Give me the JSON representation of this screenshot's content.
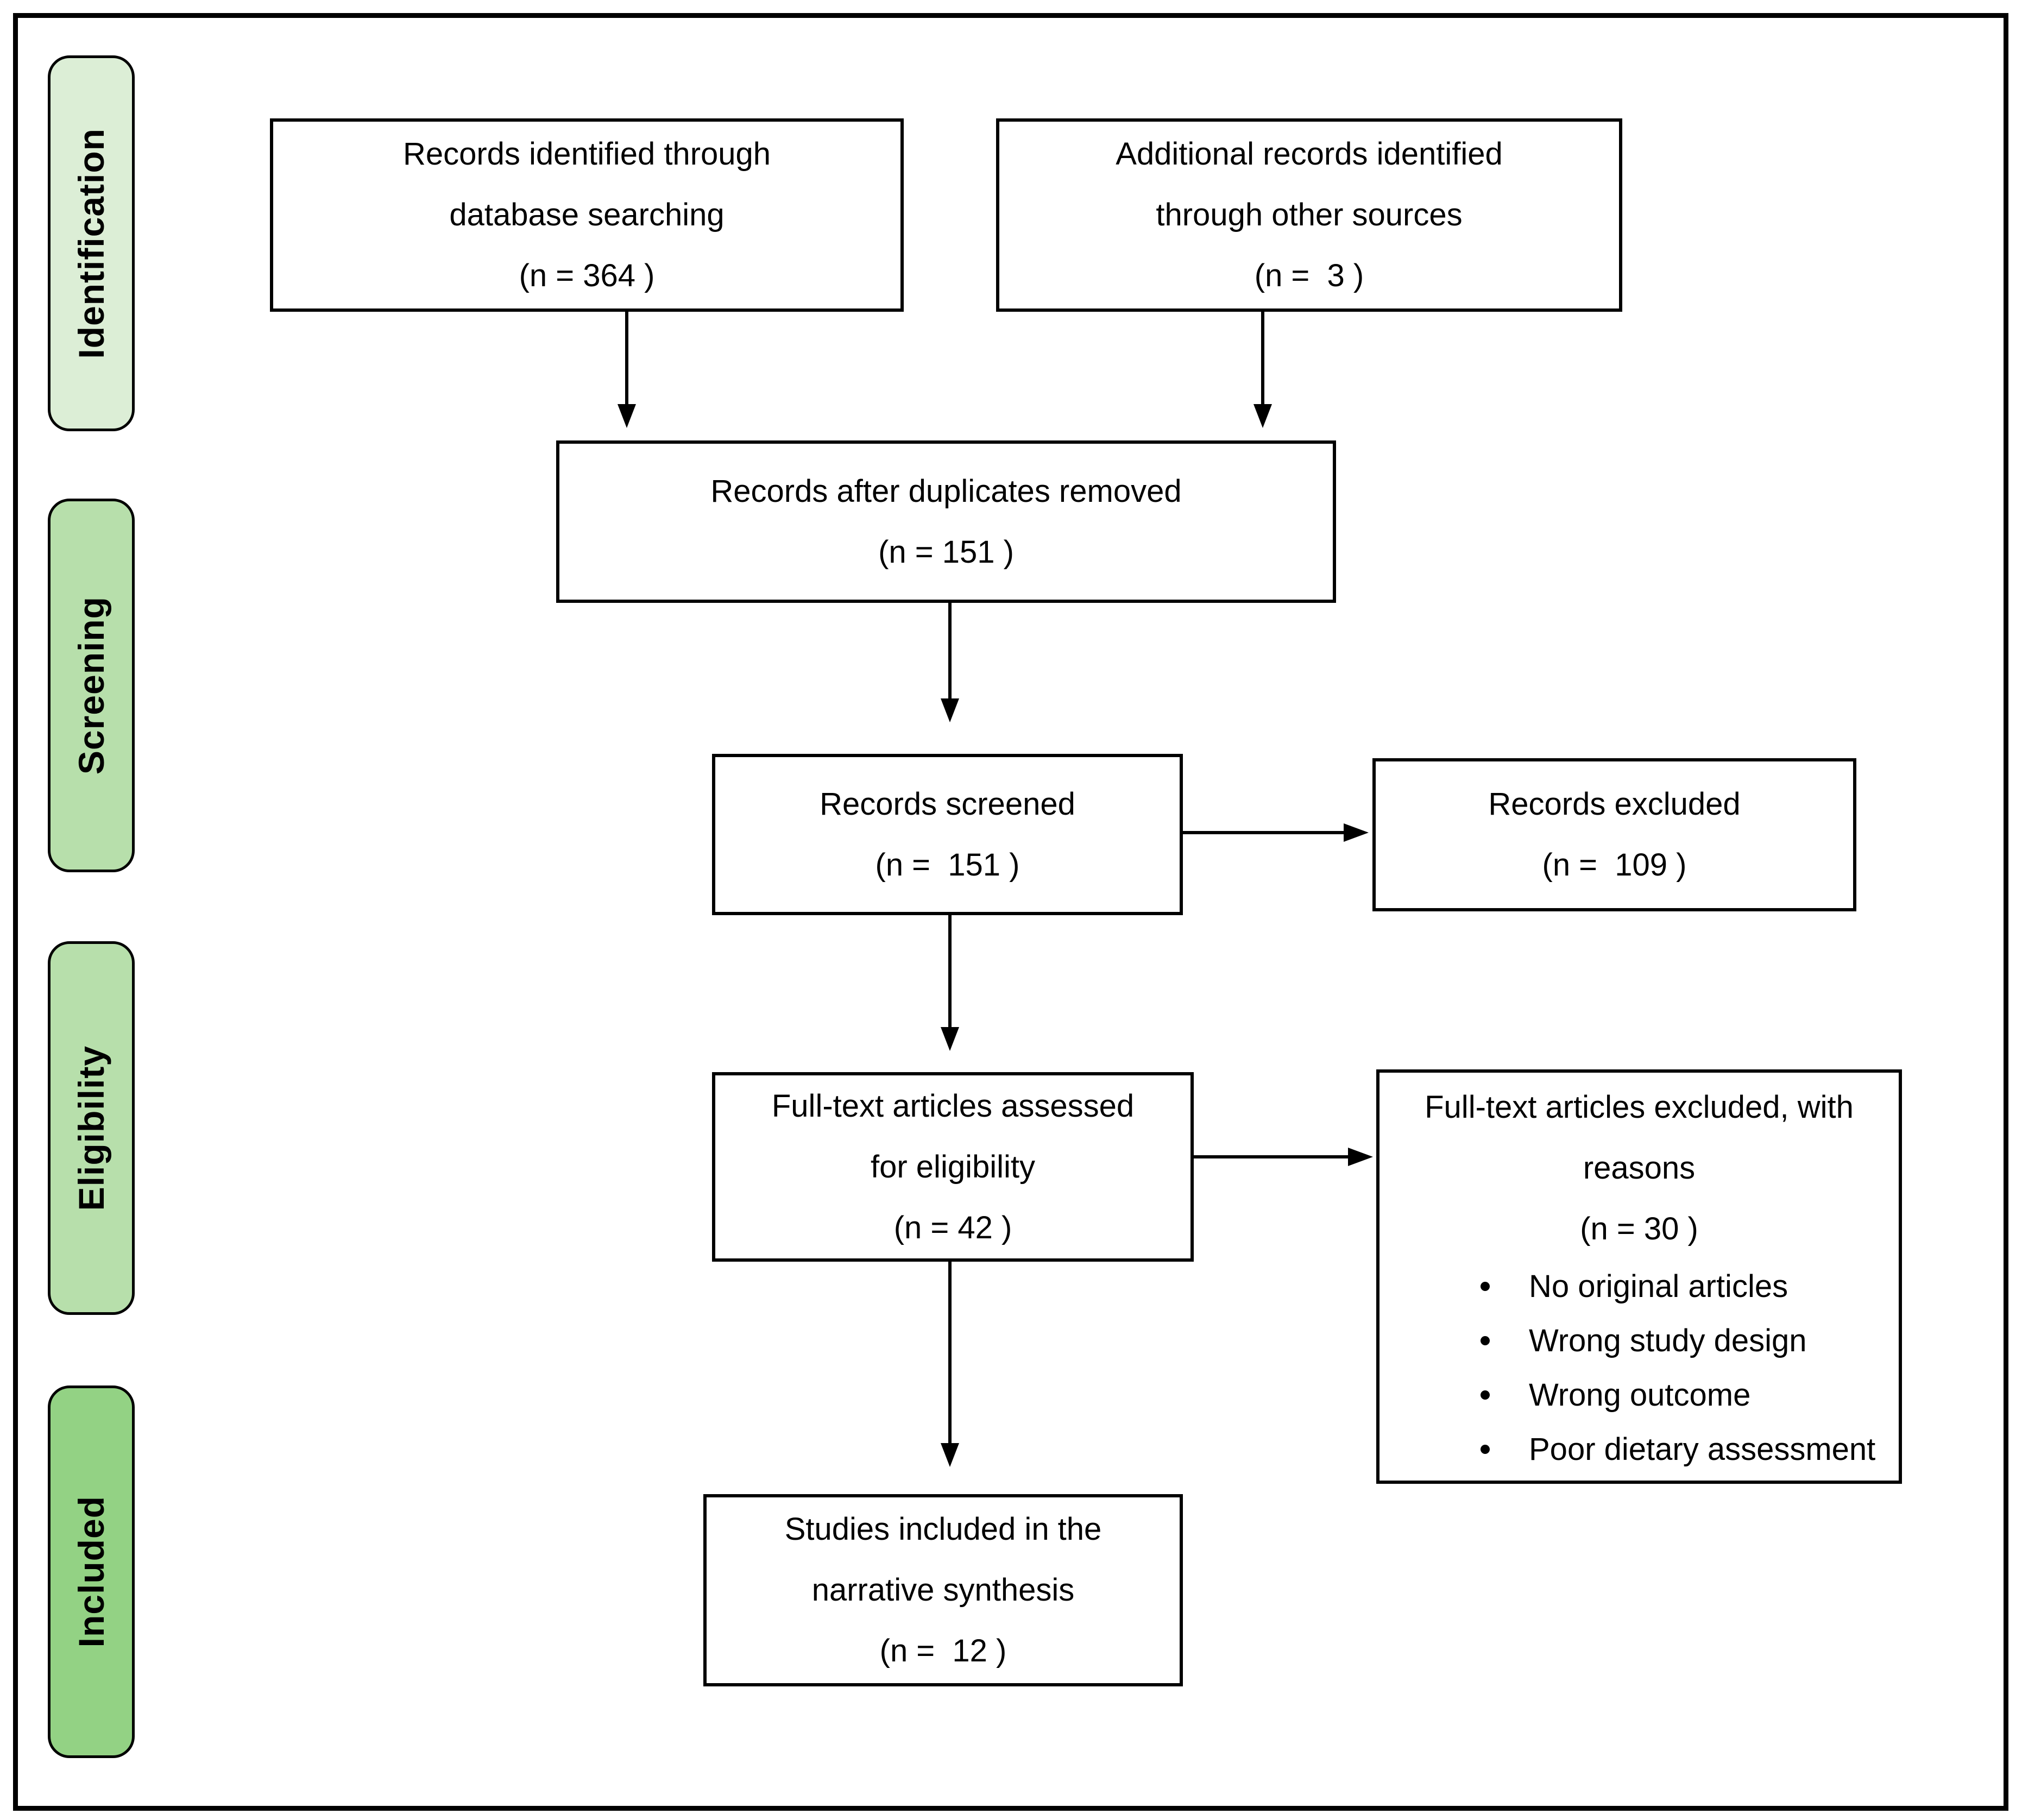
{
  "sidebar": {
    "items": [
      {
        "id": "identification",
        "label": "Identification",
        "color": "#dceed6"
      },
      {
        "id": "screening",
        "label": "Screening",
        "color": "#b7dfab"
      },
      {
        "id": "eligibility",
        "label": "Eligibility",
        "color": "#b7dfab"
      },
      {
        "id": "included",
        "label": "Included",
        "color": "#93d284"
      }
    ]
  },
  "flow": {
    "records_identified": {
      "lines": [
        "Records identified through",
        "database searching",
        "(n = 364 )"
      ]
    },
    "additional_records": {
      "lines": [
        "Additional records identified",
        "through other sources",
        "(n =  3 )"
      ]
    },
    "after_duplicates": {
      "lines": [
        "Records after duplicates removed",
        "(n = 151 )"
      ]
    },
    "records_screened": {
      "lines": [
        "Records screened",
        "(n =  151 )"
      ]
    },
    "records_excluded": {
      "lines": [
        "Records excluded",
        "(n =  109 )"
      ]
    },
    "fulltext_assessed": {
      "lines": [
        "Full-text articles assessed",
        "for eligibility",
        "(n = 42 )"
      ]
    },
    "fulltext_excluded": {
      "lines": [
        "Full-text articles excluded, with",
        "reasons",
        "(n = 30 )"
      ],
      "reasons": [
        "No original articles",
        "Wrong study design",
        "Wrong outcome",
        "Poor dietary assessment"
      ]
    },
    "studies_included": {
      "lines": [
        "Studies included in the",
        "narrative synthesis",
        "(n =  12 )"
      ]
    }
  }
}
